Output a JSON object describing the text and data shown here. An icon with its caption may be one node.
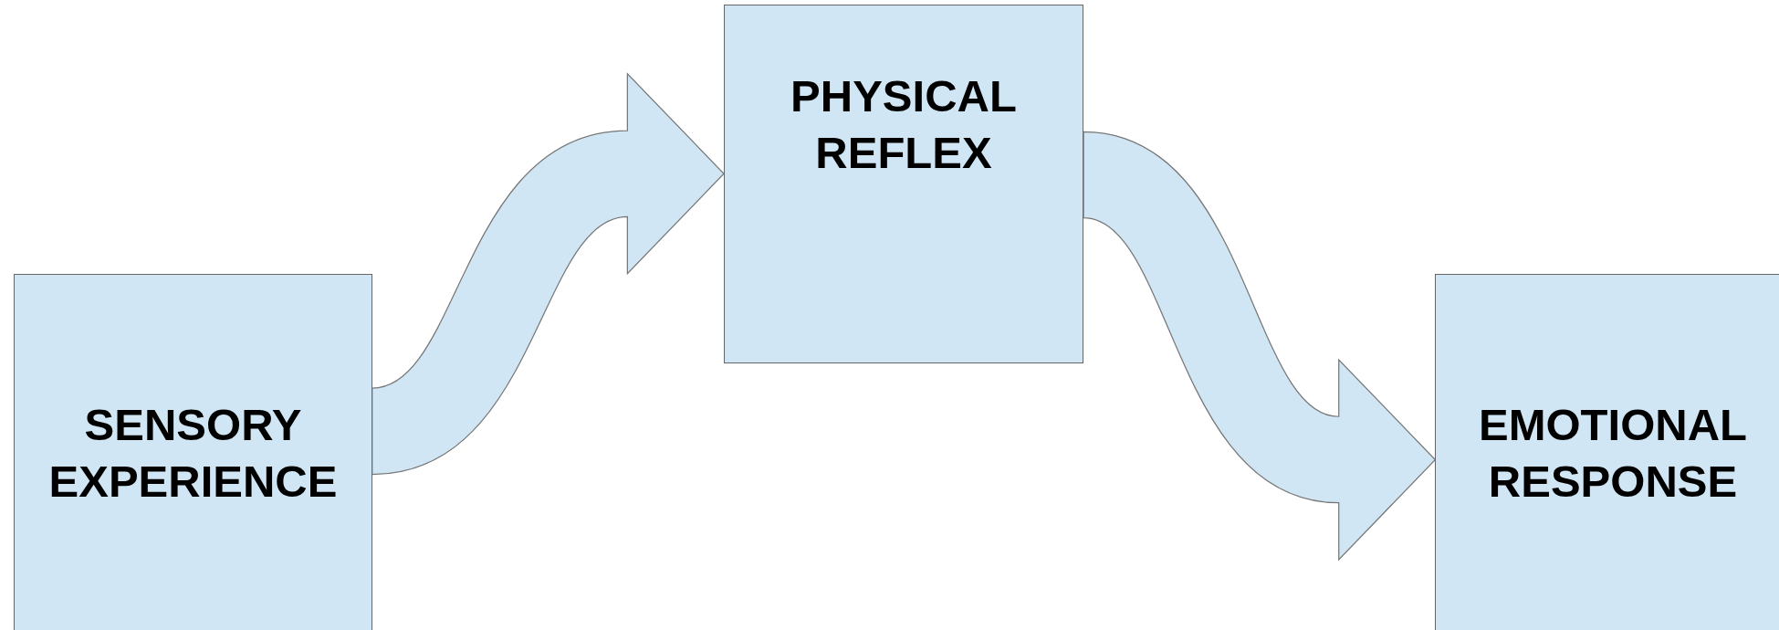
{
  "diagram": {
    "nodes": [
      {
        "text": [
          "SENSORY EXPERIENCE"
        ]
      },
      {
        "text": [
          "PHYSICAL REFLEX"
        ]
      },
      {
        "text": [
          "EMOTIONAL RESPONSE"
        ]
      }
    ],
    "edges": [
      {
        "from": 0,
        "to": 1,
        "arrow": "to"
      },
      {
        "from": 1,
        "to": 2,
        "arrow": "to"
      }
    ]
  }
}
